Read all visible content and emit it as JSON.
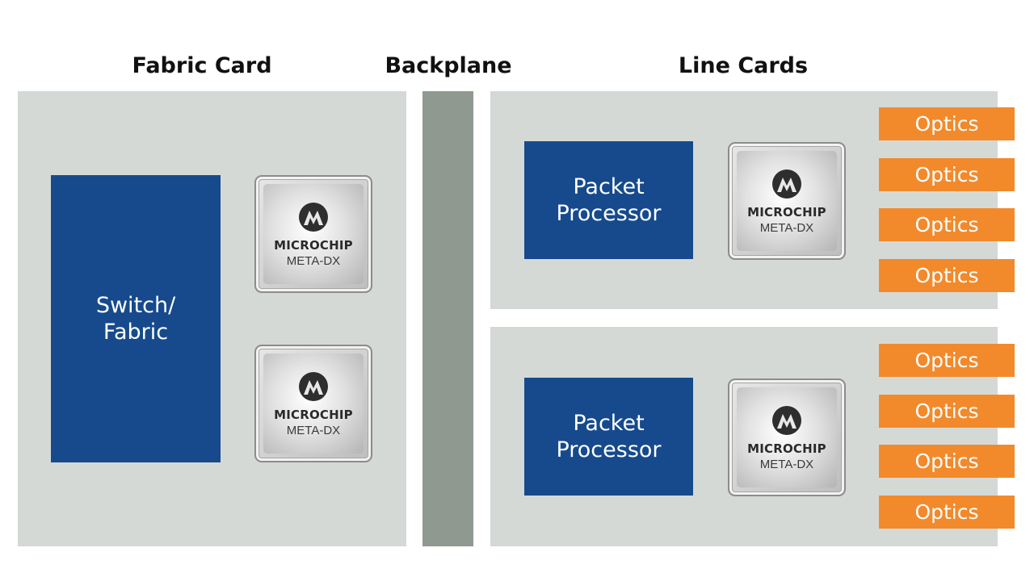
{
  "labels": {
    "fabric_card": "Fabric Card",
    "backplane": "Backplane",
    "line_cards": "Line Cards"
  },
  "fabric_card": {
    "switch_line1": "Switch/",
    "switch_line2": "Fabric"
  },
  "chip": {
    "brand": "MICROCHIP",
    "model": "META-DX",
    "logo_icon": "microchip-logo-icon"
  },
  "line_cards": [
    {
      "processor_line1": "Packet",
      "processor_line2": "Processor",
      "optics": [
        "Optics",
        "Optics",
        "Optics",
        "Optics"
      ]
    },
    {
      "processor_line1": "Packet",
      "processor_line2": "Processor",
      "optics": [
        "Optics",
        "Optics",
        "Optics",
        "Optics"
      ]
    }
  ],
  "colors": {
    "panel": "#d5d9d6",
    "backplane": "#8f9990",
    "block_blue": "#164a8c",
    "optics_orange": "#f28a2c"
  }
}
